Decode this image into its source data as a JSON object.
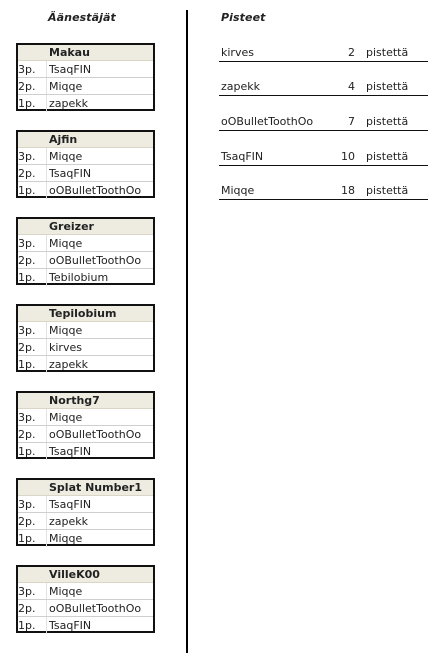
{
  "headings": {
    "voters": "Äänestäjät",
    "scores": "Pisteet"
  },
  "voters": [
    {
      "name": "Makau",
      "votes": [
        {
          "rank": "3p.",
          "player": "TsaqFIN"
        },
        {
          "rank": "2p.",
          "player": "Miqqe"
        },
        {
          "rank": "1p.",
          "player": "zapekk"
        }
      ]
    },
    {
      "name": "Ajfin",
      "votes": [
        {
          "rank": "3p.",
          "player": "Miqqe"
        },
        {
          "rank": "2p.",
          "player": "TsaqFIN"
        },
        {
          "rank": "1p.",
          "player": "oOBulletToothOo"
        }
      ]
    },
    {
      "name": "Greizer",
      "votes": [
        {
          "rank": "3p.",
          "player": "Miqqe"
        },
        {
          "rank": "2p.",
          "player": "oOBulletToothOo"
        },
        {
          "rank": "1p.",
          "player": "Tebilobium"
        }
      ]
    },
    {
      "name": "Tepilobium",
      "votes": [
        {
          "rank": "3p.",
          "player": "Miqqe"
        },
        {
          "rank": "2p.",
          "player": "kirves"
        },
        {
          "rank": "1p.",
          "player": "zapekk"
        }
      ]
    },
    {
      "name": "Northg7",
      "votes": [
        {
          "rank": "3p.",
          "player": "Miqqe"
        },
        {
          "rank": "2p.",
          "player": "oOBulletToothOo"
        },
        {
          "rank": "1p.",
          "player": "TsaqFIN"
        }
      ]
    },
    {
      "name": "Splat Number1",
      "votes": [
        {
          "rank": "3p.",
          "player": "TsaqFIN"
        },
        {
          "rank": "2p.",
          "player": "zapekk"
        },
        {
          "rank": "1p.",
          "player": "Miqqe"
        }
      ]
    },
    {
      "name": "VilleK00",
      "votes": [
        {
          "rank": "3p.",
          "player": "Miqqe"
        },
        {
          "rank": "2p.",
          "player": "oOBulletToothOo"
        },
        {
          "rank": "1p.",
          "player": "TsaqFIN"
        }
      ]
    }
  ],
  "scores": [
    {
      "player": "kirves",
      "points": "2",
      "unit": "pistettä"
    },
    {
      "player": "zapekk",
      "points": "4",
      "unit": "pistettä"
    },
    {
      "player": "oOBulletToothOo",
      "points": "7",
      "unit": "pistettä"
    },
    {
      "player": "TsaqFIN",
      "points": "10",
      "unit": "pistettä"
    },
    {
      "player": "Miqqe",
      "points": "18",
      "unit": "pistettä"
    }
  ]
}
